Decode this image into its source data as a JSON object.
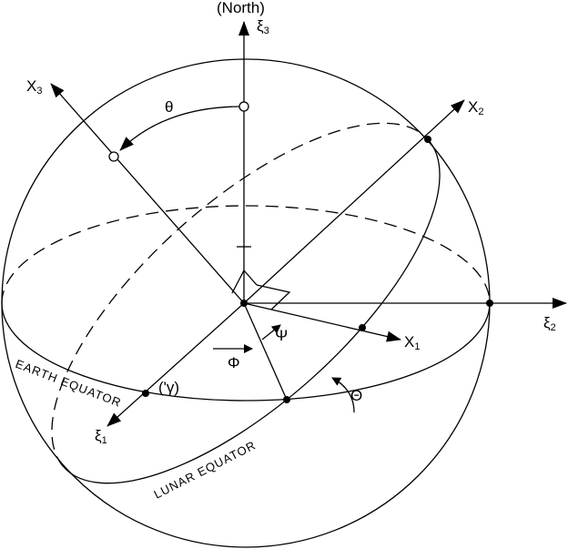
{
  "labels": {
    "north": "(North)",
    "xi3": "ξ",
    "xi3_sub": "3",
    "xi2": "ξ",
    "xi2_sub": "2",
    "xi1": "ξ",
    "xi1_sub": "1",
    "X1": "X",
    "X1_sub": "1",
    "X2": "X",
    "X2_sub": "2",
    "X3": "X",
    "X3_sub": "3",
    "theta_small": "θ",
    "theta_big": "Θ",
    "phi": "Φ",
    "psi": "Ψ",
    "vernal": "('γ)",
    "earth_equator": "EARTH EQUATOR",
    "lunar_equator": "LUNAR EQUATOR"
  },
  "colors": {
    "line": "#000000",
    "background": "#ffffff"
  }
}
